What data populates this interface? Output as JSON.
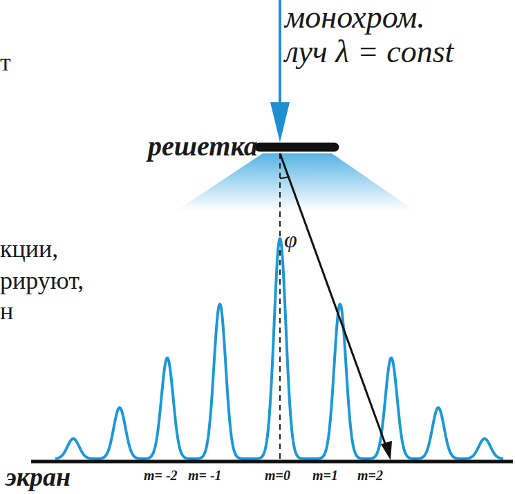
{
  "diagram": {
    "labels": [
      "монохром.",
      "луч λ = const",
      "т",
      "решетка",
      "φ",
      "кции,",
      "рируют,",
      "н",
      "экран",
      "m= -2",
      "m= -1",
      "m=0",
      "m=1",
      "m=2"
    ]
  }
}
